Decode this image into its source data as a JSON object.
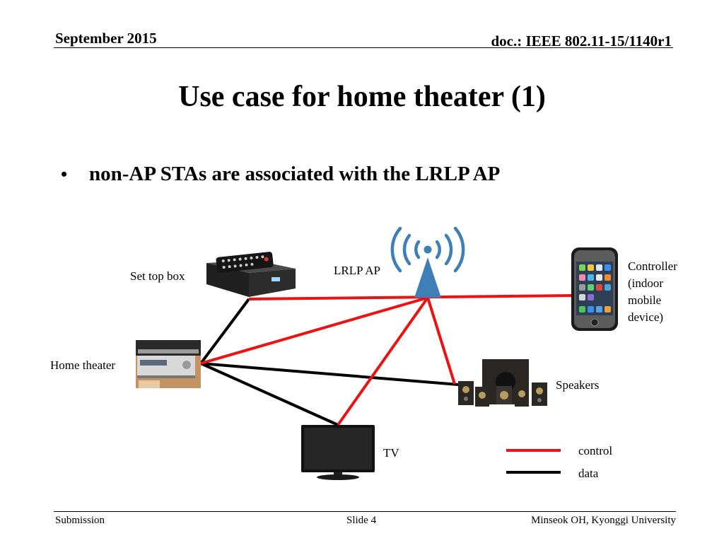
{
  "header": {
    "date": "September 2015",
    "doc": "doc.: IEEE 802.11-15/1140r1"
  },
  "title": "Use case for home theater (1)",
  "bullet": "non-AP STAs are associated with the LRLP AP",
  "nodes": {
    "set_top_box": "Set top box",
    "lrlp_ap": "LRLP AP",
    "controller_lines": [
      "Controller",
      "(indoor",
      "mobile",
      "device)"
    ],
    "home_theater": "Home theater",
    "speakers": "Speakers",
    "tv": "TV"
  },
  "legend": [
    {
      "label": "control",
      "color": "#ee1111"
    },
    {
      "label": "data",
      "color": "#000000"
    }
  ],
  "footer": {
    "left": "Submission",
    "center": "Slide 4",
    "right": "Minseok OH, Kyonggi University"
  }
}
